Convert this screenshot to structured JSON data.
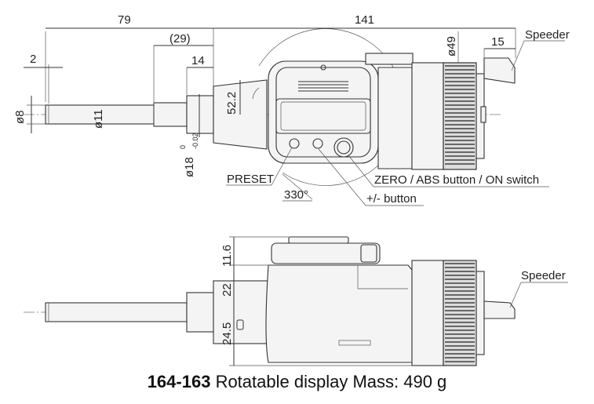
{
  "dimensions": {
    "top": {
      "len_79": "79",
      "len_141": "141",
      "len_29": "(29)",
      "len_14": "14",
      "len_2": "2",
      "dia_49": "ø49",
      "len_15": "15",
      "dia_8": "ø8",
      "dia_11": "ø11",
      "h_52_2": "52.2",
      "dia_18": "ø18",
      "dia_18_tol_upper": "0",
      "dia_18_tol_lower": "-0.02",
      "angle": "330°"
    },
    "side": {
      "h_11_6": "11.6",
      "h_22": "22",
      "h_24_5": "24.5"
    }
  },
  "labels": {
    "speeder_top": "Speeder",
    "speeder_side": "Speeder",
    "preset": "PRESET",
    "zero_abs": "ZERO / ABS button / ON switch",
    "plus_minus": "+/- button"
  },
  "caption": {
    "model": "164-163",
    "description": "Rotatable display  Mass: 490 g"
  }
}
